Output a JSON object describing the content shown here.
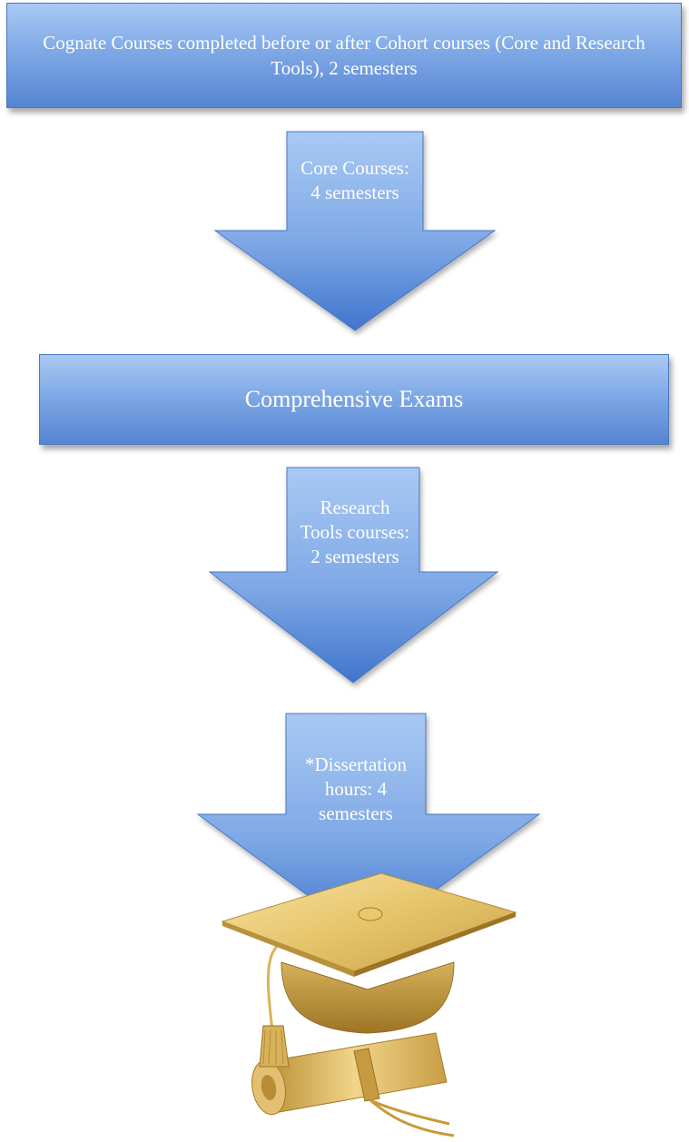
{
  "steps": {
    "cognate": "Cognate Courses completed before or after Cohort courses (Core and Research Tools), 2 semesters",
    "core": "Core Courses: 4 semesters",
    "comprehensive": "Comprehensive Exams",
    "research_tools": "Research Tools courses: 2 semesters",
    "dissertation": "*Dissertation hours: 4 semesters"
  },
  "colors": {
    "box_light": "#a9c9f3",
    "box_dark": "#5584d3",
    "border": "#4a78c2",
    "gold": "#e8c766"
  },
  "icons": {
    "end": "graduation-cap-and-diploma"
  }
}
